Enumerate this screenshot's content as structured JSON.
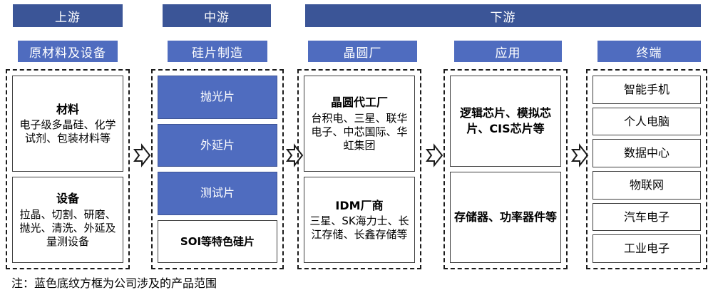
{
  "tiers": [
    {
      "label": "上游"
    },
    {
      "label": "中游"
    },
    {
      "label": "下游"
    }
  ],
  "stages": [
    {
      "label": "原材料及设备"
    },
    {
      "label": "硅片制造"
    },
    {
      "label": "晶圆厂"
    },
    {
      "label": "应用"
    },
    {
      "label": "终端"
    }
  ],
  "columns": {
    "upstream": {
      "boxes": [
        {
          "title": "材料",
          "body": "电子级多晶硅、化学试剂、包装材料等"
        },
        {
          "title": "设备",
          "body": "拉晶、切割、研磨、抛光、清洗、外延及量测设备"
        }
      ]
    },
    "wafer_manufacturing": {
      "boxes": [
        {
          "label": "抛光片",
          "highlighted": true
        },
        {
          "label": "外延片",
          "highlighted": true
        },
        {
          "label": "测试片",
          "highlighted": true
        },
        {
          "label": "SOI等特色硅片",
          "highlighted": false
        }
      ]
    },
    "fab": {
      "boxes": [
        {
          "title": "晶圆代工厂",
          "body": "台积电、三星、联华电子、中芯国际、华虹集团"
        },
        {
          "title": "IDM厂商",
          "body": "三星、SK海力士、长江存储、长鑫存储等"
        }
      ]
    },
    "application": {
      "boxes": [
        {
          "label": "逻辑芯片、模拟芯片、CIS芯片等"
        },
        {
          "label": "存储器、功率器件等"
        }
      ]
    },
    "terminal": {
      "boxes": [
        {
          "label": "智能手机"
        },
        {
          "label": "个人电脑"
        },
        {
          "label": "数据中心"
        },
        {
          "label": "物联网"
        },
        {
          "label": "汽车电子"
        },
        {
          "label": "工业电子"
        }
      ]
    }
  },
  "footnote": "注：蓝色底纹方框为公司涉及的产品范围",
  "colors": {
    "tier_bar": "#3b5597",
    "stage_bar": "#4f6cbf",
    "highlight_box": "#4f6cbf",
    "box_border": "#3f3f3f",
    "column_border": "#1a1a1a"
  }
}
